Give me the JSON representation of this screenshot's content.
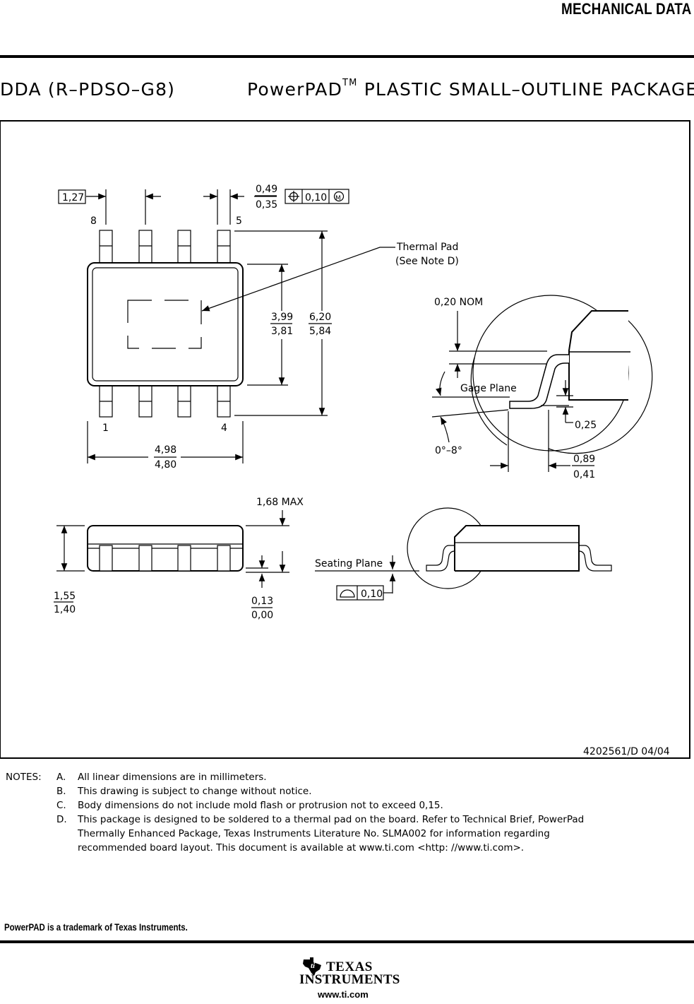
{
  "header": {
    "section_title": "MECHANICAL DATA",
    "package_code": "DDA (R–PDSO–G8)",
    "package_title_pre": "PowerPAD",
    "package_title_tm": "TM",
    "package_title_post": "PLASTIC SMALL–OUTLINE PACKAGE"
  },
  "drawing": {
    "top_view": {
      "pitch_box": "1,27",
      "pin_8": "8",
      "pin_5": "5",
      "pin_1": "1",
      "pin_4": "4",
      "lead_width_max": "0,49",
      "lead_width_min": "0,35",
      "position_tol_value": "0,10",
      "position_tol_modifier": "M",
      "thermal_pad_label": "Thermal Pad",
      "thermal_pad_note": "(See Note D)",
      "body_width_max": "3,99",
      "body_width_min": "3,81",
      "overall_width_max": "6,20",
      "overall_width_min": "5,84",
      "body_length_max": "4,98",
      "body_length_min": "4,80"
    },
    "detail_view": {
      "lead_thickness": "0,20 NOM",
      "gage_plane": "Gage Plane",
      "gage_value": "0,25",
      "angle": "0°–8°",
      "foot_length_max": "0,89",
      "foot_length_min": "0,41"
    },
    "side_view": {
      "height_max": "1,68 MAX",
      "body_height_max": "1,55",
      "body_height_min": "1,40",
      "standoff_max": "0,13",
      "standoff_min": "0,00",
      "seating_plane": "Seating Plane",
      "flatness_value": "0,10"
    },
    "drawing_number": "4202561/D 04/04"
  },
  "notes": {
    "heading": "NOTES:",
    "items": [
      {
        "letter": "A.",
        "lines": [
          "All linear dimensions are in millimeters."
        ]
      },
      {
        "letter": "B.",
        "lines": [
          "This drawing is subject to change without notice."
        ]
      },
      {
        "letter": "C.",
        "lines": [
          "Body dimensions do not include mold flash or protrusion not to exceed 0,15."
        ]
      },
      {
        "letter": "D.",
        "lines": [
          "This package is designed to be soldered to a thermal pad on the board.   Refer to Technical Brief, PowerPad",
          "Thermally Enhanced Package, Texas Instruments Literature No. SLMA002 for information regarding",
          "recommended board layout.   This document is available at www.ti.com <http: //www.ti.com>."
        ]
      }
    ]
  },
  "footer": {
    "trademark": "PowerPAD is a trademark of Texas Instruments.",
    "logo_line1": "Texas",
    "logo_line2": "Instruments",
    "url": "www.ti.com"
  }
}
